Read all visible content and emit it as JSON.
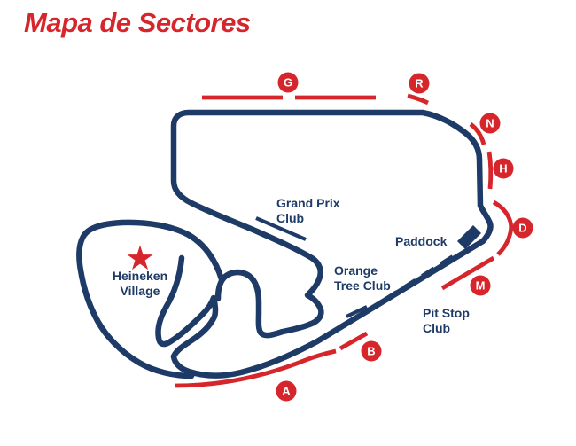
{
  "title": "Mapa de Sectores",
  "colors": {
    "navy": "#1e3a66",
    "red": "#d6262c",
    "background": "#ffffff"
  },
  "sectors": {
    "a": "A",
    "b": "B",
    "d": "D",
    "g": "G",
    "h": "H",
    "m": "M",
    "n": "N",
    "r": "R"
  },
  "labels": {
    "heineken_village_line1": "Heineken",
    "heineken_village_line2": "Village",
    "grand_prix_club_line1": "Grand Prix",
    "grand_prix_club_line2": "Club",
    "orange_tree_club_line1": "Orange",
    "orange_tree_club_line2": "Tree Club",
    "pit_stop_club_line1": "Pit Stop",
    "pit_stop_club_line2": "Club",
    "paddock": "Paddock"
  },
  "icons": {
    "star": "★"
  }
}
